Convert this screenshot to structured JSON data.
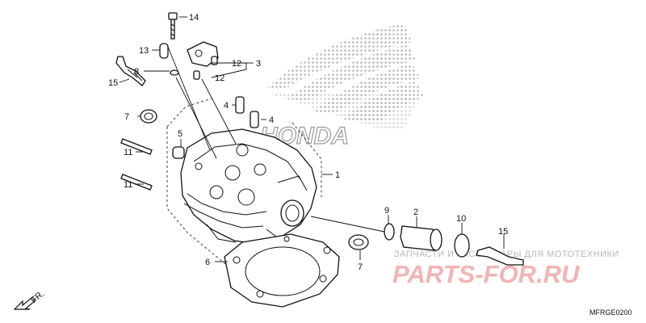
{
  "diagram": {
    "callouts": [
      {
        "id": "c14",
        "text": "14"
      },
      {
        "id": "c13",
        "text": "13"
      },
      {
        "id": "c8",
        "text": "8"
      },
      {
        "id": "c15a",
        "text": "15"
      },
      {
        "id": "c12a",
        "text": "12"
      },
      {
        "id": "c3",
        "text": "3"
      },
      {
        "id": "c12b",
        "text": "12"
      },
      {
        "id": "c7a",
        "text": "7"
      },
      {
        "id": "c4a",
        "text": "4"
      },
      {
        "id": "c4b",
        "text": "4"
      },
      {
        "id": "c5",
        "text": "5"
      },
      {
        "id": "c11a",
        "text": "11"
      },
      {
        "id": "c11b",
        "text": "11"
      },
      {
        "id": "c1",
        "text": "1"
      },
      {
        "id": "c9",
        "text": "9"
      },
      {
        "id": "c2",
        "text": "2"
      },
      {
        "id": "c10",
        "text": "10"
      },
      {
        "id": "c15b",
        "text": "15"
      },
      {
        "id": "c6",
        "text": "6"
      },
      {
        "id": "c7b",
        "text": "7"
      }
    ],
    "direction_label": "FR.",
    "diagram_code": "MFRGE0200",
    "brand_text": "HONDA"
  },
  "watermark": {
    "tagline": "ЗАПЧАСТИ И АКСЕССУАРЫ ДЛЯ МОТОТЕХНИКИ",
    "site": "PARTS-FOR.RU"
  }
}
